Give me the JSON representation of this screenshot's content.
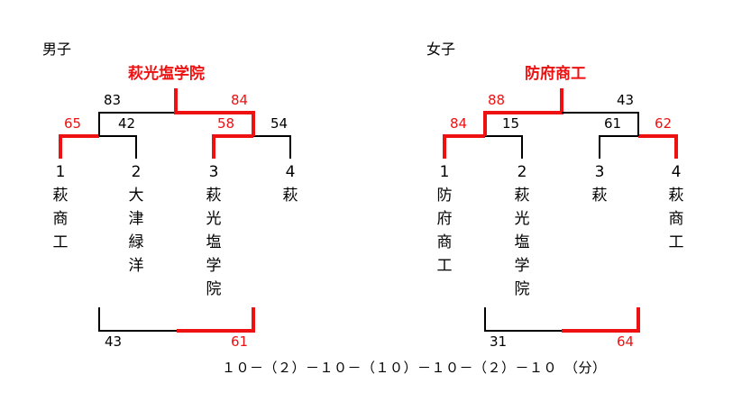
{
  "colors": {
    "winner": "#ee1111",
    "line": "#000000",
    "background": "#ffffff"
  },
  "men": {
    "label": "男子",
    "champion": "萩光塩学院",
    "teams": [
      {
        "seed": "1",
        "name": "萩商工"
      },
      {
        "seed": "2",
        "name": "大津緑洋"
      },
      {
        "seed": "3",
        "name": "萩光塩学院"
      },
      {
        "seed": "4",
        "name": "萩"
      }
    ],
    "semi_left": {
      "left_score": "65",
      "right_score": "42"
    },
    "semi_right": {
      "left_score": "58",
      "right_score": "54"
    },
    "final": {
      "left_score": "83",
      "right_score": "84"
    },
    "third_place": {
      "left_score": "43",
      "right_score": "61"
    }
  },
  "women": {
    "label": "女子",
    "champion": "防府商工",
    "teams": [
      {
        "seed": "1",
        "name": "防府商工"
      },
      {
        "seed": "2",
        "name": "萩光塩学院"
      },
      {
        "seed": "3",
        "name": "萩"
      },
      {
        "seed": "4",
        "name": "萩商工"
      }
    ],
    "semi_left": {
      "left_score": "84",
      "right_score": "15"
    },
    "semi_right": {
      "left_score": "61",
      "right_score": "62"
    },
    "final": {
      "left_score": "88",
      "right_score": "43"
    },
    "third_place": {
      "left_score": "31",
      "right_score": "64"
    }
  },
  "game_format": "１０－（２）－１０－（１０）－１０－（２）－１０　（分）"
}
